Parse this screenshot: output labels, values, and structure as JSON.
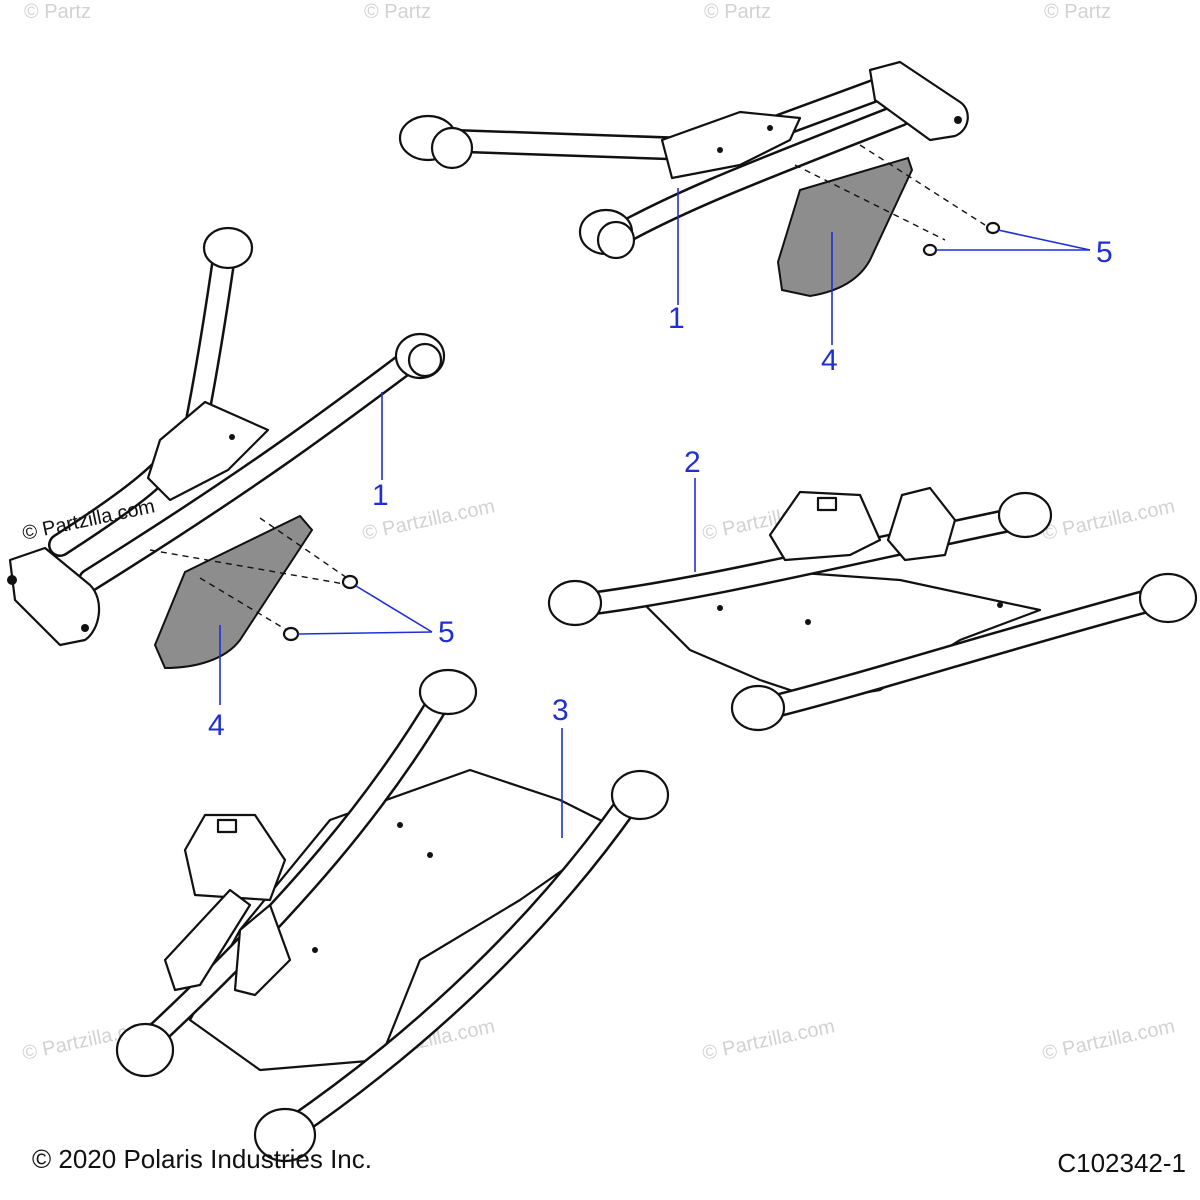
{
  "callouts": {
    "c1_top": "1",
    "c4_top": "4",
    "c5_top": "5",
    "c1_left": "1",
    "c4_left": "4",
    "c5_left": "5",
    "c2": "2",
    "c3": "3"
  },
  "watermark": {
    "text": "© Partzilla.com",
    "top_text": "© Partz"
  },
  "footer": {
    "copyright": "© 2020 Polaris Industries Inc.",
    "figure_id": "C102342-1"
  },
  "colors": {
    "callout": "#1f2fd6",
    "guard": "#8d8d8d",
    "watermark": "#d2d2d2"
  }
}
